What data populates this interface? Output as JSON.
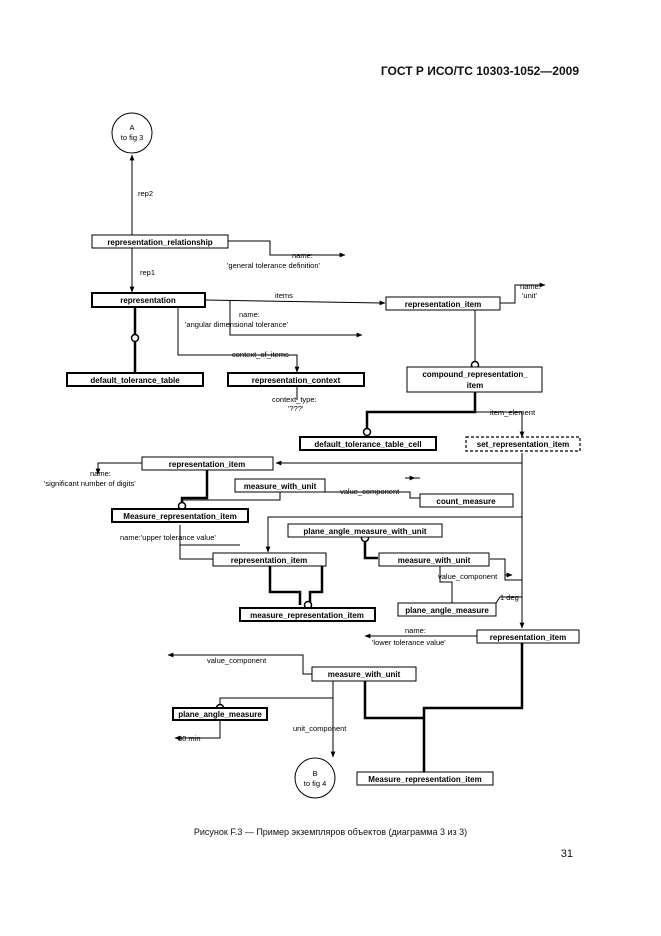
{
  "header": {
    "standard": "ГОСТ Р ИСО/ТС 10303-1052—2009"
  },
  "diagram": {
    "connectors": {
      "from_fig3": {
        "letter": "A",
        "ref": "to fig 3"
      },
      "to_fig4": {
        "letter": "B",
        "ref": "to fig 4"
      }
    },
    "entities": {
      "rep_rel": "representation_relationship",
      "representation": "representation",
      "rep_item_top": "representation_item",
      "default_tol_table": "default_tolerance_table",
      "rep_context": "representation_context",
      "compound_rep_item_l1": "compound_representation_",
      "compound_rep_item_l2": "item",
      "default_tol_cell": "default_tolerance_table_cell",
      "set_rep_item": "set_representation_item",
      "rep_item_sig": "representation_item",
      "mwu_top": "measure_with_unit",
      "count_measure": "count_measure",
      "measure_rep_item_upper": "Measure_representation_item",
      "plane_angle_mwu": "plane_angle_measure_with_unit",
      "rep_item_mid": "representation_item",
      "mwu_mid": "measure_with_unit",
      "plane_angle_measure_mid": "plane_angle_measure",
      "measure_rep_item_mid": "measure_representation_item",
      "rep_item_lower": "representation_item",
      "mwu_low": "measure_with_unit",
      "plane_angle_measure_low": "plane_angle_measure",
      "measure_rep_item_low": "Measure_representation_item"
    },
    "labels": {
      "rep2": "rep2",
      "rep1": "rep1",
      "name_l": "name:",
      "gen_tol_def": "'general tolerance definition'",
      "items": "items",
      "name_unit_l": "name:",
      "unit": "'unit'",
      "name_ang_l": "name:",
      "ang_tol": "'angular dimensional tolerance'",
      "context_of_items": "context_of_items",
      "context_type": "context_type:",
      "qqq": "'???'",
      "item_element": "item_element",
      "name_sig_l": "name:",
      "sig_digits": "'significant number of digits'",
      "value_component_top": "value_component",
      "upper_tol": "name:'upper tolerance value'",
      "value_component_mid": "value_component",
      "one_deg": "1 deg",
      "name_lower_l": "name:",
      "lower_tol": "'lower tolerance value'",
      "value_component_low": "value_component",
      "unit_component": "unit_component",
      "thirty_min": "30 min"
    }
  },
  "caption": "Рисунок  F.3 — Пример экземпляров объектов (диаграмма 3 из 3)",
  "page_number": "31"
}
